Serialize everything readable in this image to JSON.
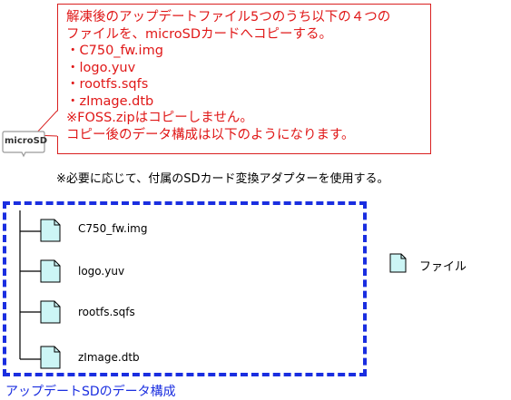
{
  "callout": {
    "lines": [
      "解凍後のアップデートファイル5つのうち以下の４つの",
      "ファイルを、microSDカードへコピーする。",
      "・C750_fw.img",
      "・logo.yuv",
      "・rootfs.sqfs",
      "・zImage.dtb",
      "※FOSS.zipはコピーしません。",
      "コピー後のデータ構成は以下のようになります。"
    ]
  },
  "sd_badge": {
    "label": "microSD",
    "icon": "microsd-card-icon"
  },
  "note": "※必要に応じて、付属のSDカード変換アダプターを使用する。",
  "structure": {
    "caption": "アップデートSDのデータ構成",
    "files": [
      "C750_fw.img",
      "logo.yuv",
      "rootfs.sqfs",
      "zImage.dtb"
    ]
  },
  "legend": {
    "label": "ファイル",
    "icon": "file-icon"
  },
  "colors": {
    "callout_red": "#e01818",
    "dashed_blue": "#1a2ee0",
    "file_fill": "#ccf5f5"
  }
}
